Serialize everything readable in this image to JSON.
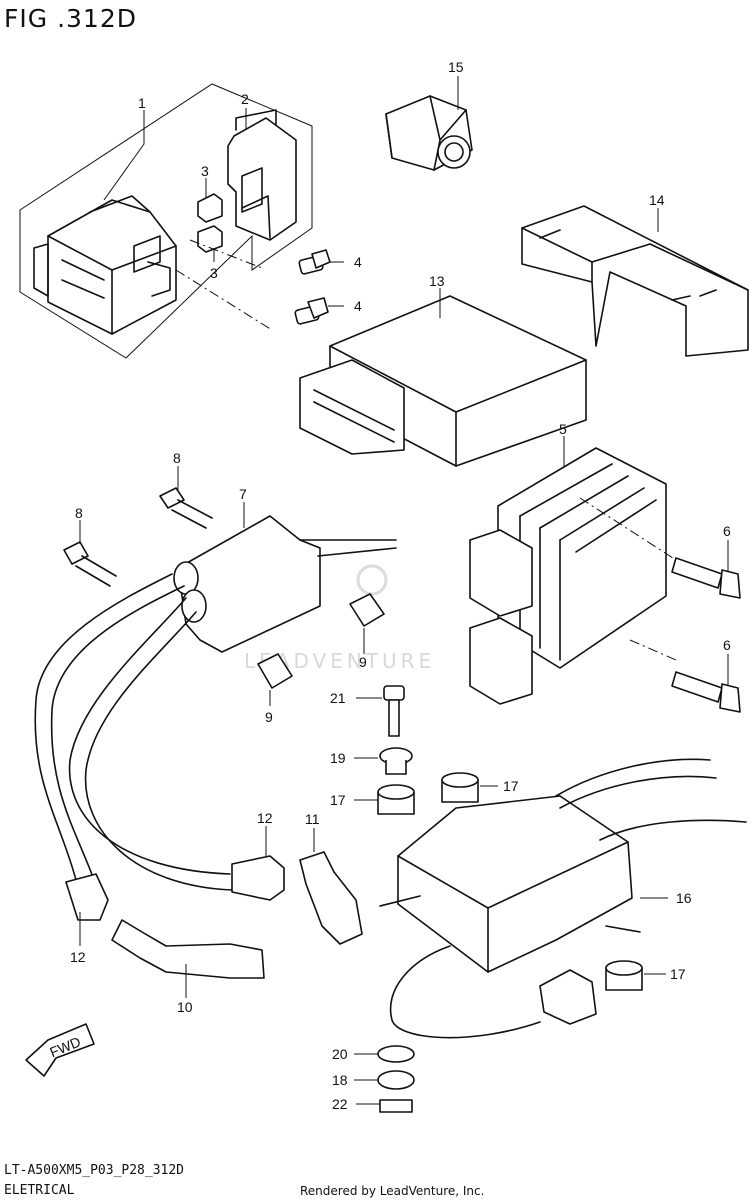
{
  "figure": {
    "title": "FIG .312D",
    "model_code": "LT-A500XM5_P03_P28_312D",
    "section": "ELETRICAL",
    "credit": "Rendered by LeadVenture, Inc.",
    "watermark": "LEADVENTURE",
    "direction_tag": "FWD"
  },
  "callouts": [
    {
      "id": "c1",
      "label": "1"
    },
    {
      "id": "c2",
      "label": "2"
    },
    {
      "id": "c3a",
      "label": "3"
    },
    {
      "id": "c3b",
      "label": "3"
    },
    {
      "id": "c4a",
      "label": "4"
    },
    {
      "id": "c4b",
      "label": "4"
    },
    {
      "id": "c5",
      "label": "5"
    },
    {
      "id": "c6a",
      "label": "6"
    },
    {
      "id": "c6b",
      "label": "6"
    },
    {
      "id": "c7",
      "label": "7"
    },
    {
      "id": "c8a",
      "label": "8"
    },
    {
      "id": "c8b",
      "label": "8"
    },
    {
      "id": "c9a",
      "label": "9"
    },
    {
      "id": "c9b",
      "label": "9"
    },
    {
      "id": "c10",
      "label": "10"
    },
    {
      "id": "c11",
      "label": "11"
    },
    {
      "id": "c12a",
      "label": "12"
    },
    {
      "id": "c12b",
      "label": "12"
    },
    {
      "id": "c13",
      "label": "13"
    },
    {
      "id": "c14",
      "label": "14"
    },
    {
      "id": "c15",
      "label": "15"
    },
    {
      "id": "c16",
      "label": "16"
    },
    {
      "id": "c17a",
      "label": "17"
    },
    {
      "id": "c17b",
      "label": "17"
    },
    {
      "id": "c17c",
      "label": "17"
    },
    {
      "id": "c18",
      "label": "18"
    },
    {
      "id": "c19",
      "label": "19"
    },
    {
      "id": "c20",
      "label": "20"
    },
    {
      "id": "c21",
      "label": "21"
    },
    {
      "id": "c22",
      "label": "22"
    }
  ]
}
